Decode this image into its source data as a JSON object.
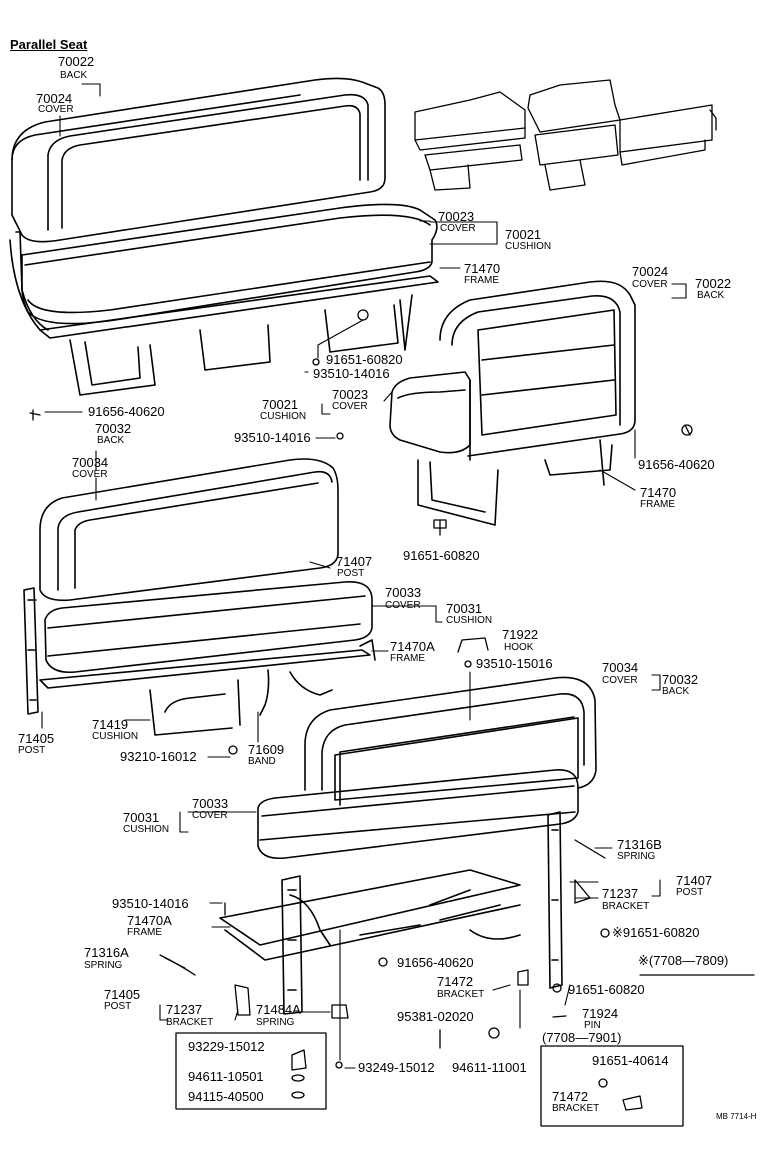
{
  "title": "Parallel Seat",
  "parts": {
    "p70022_a": "70022",
    "back_a": "BACK",
    "p70024_a": "70024",
    "cover_a": "COVER",
    "p70023_a": "70023",
    "cover_b": "COVER",
    "p70021_a": "70021",
    "cushion_a": "CUSHION",
    "p71470_a": "71470",
    "frame_a": "FRAME",
    "p91651_60820_a": "91651-60820",
    "p93510_14016_a": "93510-14016",
    "p91656_40620_a": "91656-40620",
    "p70024_b": "70024",
    "cover_c": "COVER",
    "p70022_b": "70022",
    "back_b": "BACK",
    "p70021_b": "70021",
    "cushion_b": "CUSHION",
    "p70023_b": "70023",
    "cover_d": "COVER",
    "p93510_14016_b": "93510-14016",
    "p91656_40620_b": "91656-40620",
    "p71470_b": "71470",
    "frame_b": "FRAME",
    "p91651_60820_b": "91651-60820",
    "p70032_a": "70032",
    "back_c": "BACK",
    "p70034_a": "70034",
    "cover_e": "COVER",
    "p71407_a": "71407",
    "post_a": "POST",
    "p70033_a": "70033",
    "cover_f": "COVER",
    "p70031_a": "70031",
    "cushion_c": "CUSHION",
    "p71470A_a": "71470A",
    "frame_c": "FRAME",
    "p71922": "71922",
    "hook": "HOOK",
    "p93510_15016": "93510-15016",
    "p70034_b": "70034",
    "cover_g": "COVER",
    "p70032_b": "70032",
    "back_d": "BACK",
    "p71405_a": "71405",
    "post_b": "POST",
    "p71419": "71419",
    "cushion_d": "CUSHION",
    "p93210_16012": "93210-16012",
    "p71609": "71609",
    "band": "BAND",
    "p70031_b": "70031",
    "cushion_e": "CUSHION",
    "p70033_b": "70033",
    "cover_h": "COVER",
    "p71316B": "71316B",
    "spring_a": "SPRING",
    "p71407_b": "71407",
    "post_c": "POST",
    "p71237_a": "71237",
    "bracket_a": "BRACKET",
    "p93510_14016_c": "93510-14016",
    "p71470A_b": "71470A",
    "frame_d": "FRAME",
    "p91651_60820_c": "※91651-60820",
    "p71316A": "71316A",
    "spring_b": "SPRING",
    "p91656_40620_c": "91656-40620",
    "date_note": "※(7708—7809)",
    "p71472_a": "71472",
    "bracket_b": "BRACKET",
    "p91651_60820_d": "91651-60820",
    "p71405_b": "71405",
    "post_d": "POST",
    "p71237_b": "71237",
    "bracket_c": "BRACKET",
    "p71484A": "71484A",
    "spring_c": "SPRING",
    "p95381_02020": "95381-02020",
    "p71924": "71924",
    "pin": "PIN",
    "date_range": "(7708—7901)",
    "p93229_15012": "93229-15012",
    "p94611_10501": "94611-10501",
    "p94115_40500": "94115-40500",
    "p93249_15012": "93249-15012",
    "p94611_11001": "94611-11001",
    "p91651_40614": "91651-40614",
    "p71472_b": "71472",
    "bracket_d": "BRACKET",
    "figure_id": "MB 7714-H"
  }
}
